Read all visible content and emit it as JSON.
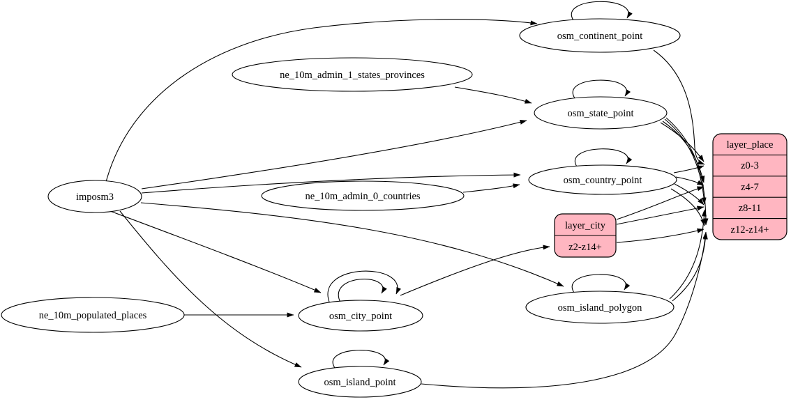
{
  "diagram": {
    "type": "etl-graph",
    "colors": {
      "record_fill": "#ffb6c1",
      "node_fill": "#ffffff",
      "stroke": "#000000",
      "background": "#ffffff"
    },
    "nodes": {
      "imposm3": "imposm3",
      "ne_10m_admin_1_states_provinces": "ne_10m_admin_1_states_provinces",
      "ne_10m_admin_0_countries": "ne_10m_admin_0_countries",
      "ne_10m_populated_places": "ne_10m_populated_places",
      "osm_continent_point": "osm_continent_point",
      "osm_state_point": "osm_state_point",
      "osm_country_point": "osm_country_point",
      "osm_city_point": "osm_city_point",
      "osm_island_polygon": "osm_island_polygon",
      "osm_island_point": "osm_island_point"
    },
    "records": {
      "layer_city": {
        "title": "layer_city",
        "rows": [
          "z2-z14+"
        ]
      },
      "layer_place": {
        "title": "layer_place",
        "rows": [
          "z0-3",
          "z4-7",
          "z8-11",
          "z12-z14+"
        ]
      }
    },
    "edges": [
      {
        "from": "imposm3",
        "to": "osm_continent_point"
      },
      {
        "from": "imposm3",
        "to": "osm_state_point"
      },
      {
        "from": "imposm3",
        "to": "osm_country_point"
      },
      {
        "from": "imposm3",
        "to": "osm_city_point"
      },
      {
        "from": "imposm3",
        "to": "osm_island_polygon"
      },
      {
        "from": "imposm3",
        "to": "osm_island_point"
      },
      {
        "from": "ne_10m_admin_1_states_provinces",
        "to": "osm_state_point"
      },
      {
        "from": "ne_10m_admin_0_countries",
        "to": "osm_country_point"
      },
      {
        "from": "ne_10m_populated_places",
        "to": "osm_city_point"
      },
      {
        "from": "osm_continent_point",
        "to": "osm_continent_point"
      },
      {
        "from": "osm_state_point",
        "to": "osm_state_point"
      },
      {
        "from": "osm_country_point",
        "to": "osm_country_point"
      },
      {
        "from": "osm_city_point",
        "to": "osm_city_point"
      },
      {
        "from": "osm_city_point",
        "to": "osm_city_point"
      },
      {
        "from": "osm_island_polygon",
        "to": "osm_island_polygon"
      },
      {
        "from": "osm_island_point",
        "to": "osm_island_point"
      },
      {
        "from": "osm_city_point",
        "to": "layer_city:z2-z14+"
      },
      {
        "from": "osm_continent_point",
        "to": "layer_place:z0-3"
      },
      {
        "from": "osm_state_point",
        "to": "layer_place:z0-3"
      },
      {
        "from": "osm_state_point",
        "to": "layer_place:z4-7"
      },
      {
        "from": "osm_state_point",
        "to": "layer_place:z8-11"
      },
      {
        "from": "osm_state_point",
        "to": "layer_place:z12-z14+"
      },
      {
        "from": "osm_country_point",
        "to": "layer_place:z0-3"
      },
      {
        "from": "osm_country_point",
        "to": "layer_place:z4-7"
      },
      {
        "from": "osm_country_point",
        "to": "layer_place:z8-11"
      },
      {
        "from": "osm_country_point",
        "to": "layer_place:z12-z14+"
      },
      {
        "from": "layer_city",
        "to": "layer_place:z4-7"
      },
      {
        "from": "layer_city",
        "to": "layer_place:z8-11"
      },
      {
        "from": "layer_city",
        "to": "layer_place:z12-z14+"
      },
      {
        "from": "osm_island_polygon",
        "to": "layer_place:z8-11"
      },
      {
        "from": "osm_island_polygon",
        "to": "layer_place:z12-z14+"
      },
      {
        "from": "osm_island_point",
        "to": "layer_place:z12-z14+"
      }
    ]
  }
}
